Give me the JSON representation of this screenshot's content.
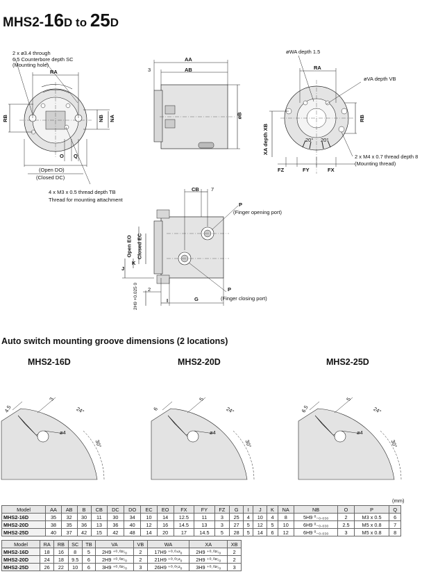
{
  "title": {
    "prefix": "MHS2-",
    "big1": "16",
    "suf1": "D",
    "mid": " to ",
    "big2": "25",
    "suf2": "D"
  },
  "labels": {
    "through": "2 x ø3.4 through",
    "counterbore": "6.5 Counterbore depth SC",
    "counterbore_sc": "SC",
    "mounting_hole": "(Mounting hole)",
    "RA": "RA",
    "RB": "RB",
    "NB": "NB",
    "NA": "NA",
    "O": "O",
    "Q": "Q",
    "open_do": "(Open DO)",
    "closed_dc": "(Closed DC)",
    "m3": "4 x M3 x 0.5 thread depth TB",
    "m3_attach": "Thread for mounting attachment",
    "AA": "AA",
    "AB": "AB",
    "three": "3",
    "oB": "øB",
    "owa": "øWA  depth 1.5",
    "ova": "øVA  depth VB",
    "RA2": "RA",
    "RB2": "RB",
    "xb": "XA  depth XB",
    "FZ": "FZ",
    "FY": "FY",
    "FX": "FX",
    "twenty1": "20°",
    "twenty2": "20°",
    "m4": "2 x M4 x 0.7 thread depth 8",
    "mount_thread": "(Mounting thread)",
    "CB": "CB",
    "seven": "7",
    "P1": "P",
    "opening_port": "(Finger opening port)",
    "open_eo": "Open EO",
    "closed_ec": "Closed EC",
    "J": "J",
    "K": "K",
    "h9": "2H9 +0.025 0",
    "two": "2",
    "I": "I",
    "G": "G",
    "P2": "P",
    "closing_port": "(Finger closing port)"
  },
  "groove_section": {
    "title": "Auto switch mounting groove dimensions (2 locations)",
    "variants": [
      {
        "name": "MHS2-16D",
        "w": "4.5",
        "d": "3",
        "ang": "24°",
        "dia": "ø4",
        "ang2": "30°"
      },
      {
        "name": "MHS2-20D",
        "w": "6",
        "d": "5",
        "ang": "24°",
        "dia": "ø4",
        "ang2": "30°"
      },
      {
        "name": "MHS2-25D",
        "w": "6.5",
        "d": "5",
        "ang": "24°",
        "dia": "ø4",
        "ang2": "30°"
      }
    ]
  },
  "units": "(mm)",
  "table1": {
    "headers": [
      "Model",
      "AA",
      "AB",
      "B",
      "CB",
      "DC",
      "DO",
      "EC",
      "EO",
      "FX",
      "FY",
      "FZ",
      "G",
      "I",
      "J",
      "K",
      "NA",
      "NB",
      "O",
      "P",
      "Q"
    ],
    "rows": [
      [
        "MHS2-16D",
        "35",
        "32",
        "30",
        "11",
        "30",
        "34",
        "10",
        "14",
        "12.5",
        "11",
        "3",
        "25",
        "4",
        "10",
        "4",
        "8",
        "5H9 ⁰₋₀.₀₃₀",
        "2",
        "M3 x 0.5",
        "6"
      ],
      [
        "MHS2-20D",
        "38",
        "35",
        "36",
        "13",
        "36",
        "40",
        "12",
        "16",
        "14.5",
        "13",
        "3",
        "27",
        "5",
        "12",
        "5",
        "10",
        "6H9 ⁰₋₀.₀₃₀",
        "2.5",
        "M5 x 0.8",
        "7"
      ],
      [
        "MHS2-25D",
        "40",
        "37",
        "42",
        "15",
        "42",
        "48",
        "14",
        "20",
        "17",
        "14.5",
        "5",
        "28",
        "5",
        "14",
        "6",
        "12",
        "6H9 ⁰₋₀.₀₃₀",
        "3",
        "M5 x 0.8",
        "8"
      ]
    ]
  },
  "table2": {
    "headers": [
      "Model",
      "RA",
      "RB",
      "SC",
      "TB",
      "VA",
      "VB",
      "WA",
      "XA",
      "XB"
    ],
    "rows": [
      [
        "MHS2-16D",
        "18",
        "16",
        "8",
        "5",
        "2H9 ⁺⁰·⁰²⁵₀",
        "2",
        "17H9 ⁺⁰·⁰⁴³₀",
        "2H9 ⁺⁰·⁰²⁵₀",
        "2"
      ],
      [
        "MHS2-20D",
        "24",
        "18",
        "9.5",
        "6",
        "2H9 ⁺⁰·⁰²⁵₀",
        "2",
        "21H9 ⁺⁰·⁰⁵²₀",
        "2H9 ⁺⁰·⁰²⁵₀",
        "2"
      ],
      [
        "MHS2-25D",
        "26",
        "22",
        "10",
        "6",
        "3H9 ⁺⁰·⁰²⁵₀",
        "3",
        "26H9 ⁺⁰·⁰⁵²₀",
        "3H9 ⁺⁰·⁰²⁵₀",
        "3"
      ]
    ]
  }
}
